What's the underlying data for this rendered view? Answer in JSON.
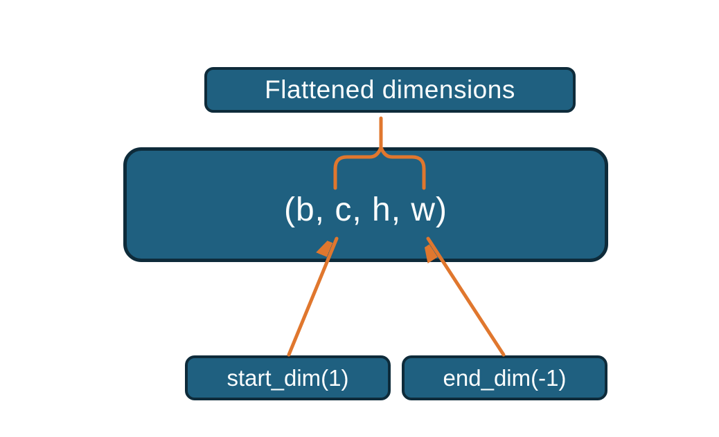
{
  "diagram": {
    "title_box": {
      "label": "Flattened dimensions"
    },
    "tensor_box": {
      "label": "(b, c, h, w)"
    },
    "param_boxes": [
      {
        "label": "start_dim(1)",
        "points_to": "c"
      },
      {
        "label": "end_dim(-1)",
        "points_to": "w"
      }
    ],
    "annotations": {
      "brace": "curly-brace spanning c and h dimensions, stem up to Flattened dimensions box",
      "arrows": "two arrows from parameter boxes up into tensor box"
    },
    "colors": {
      "box_fill": "#1F6080",
      "box_border": "#0E2B3A",
      "accent": "#E0772E",
      "text": "#FAFDFD",
      "background": "#FFFFFF"
    }
  }
}
